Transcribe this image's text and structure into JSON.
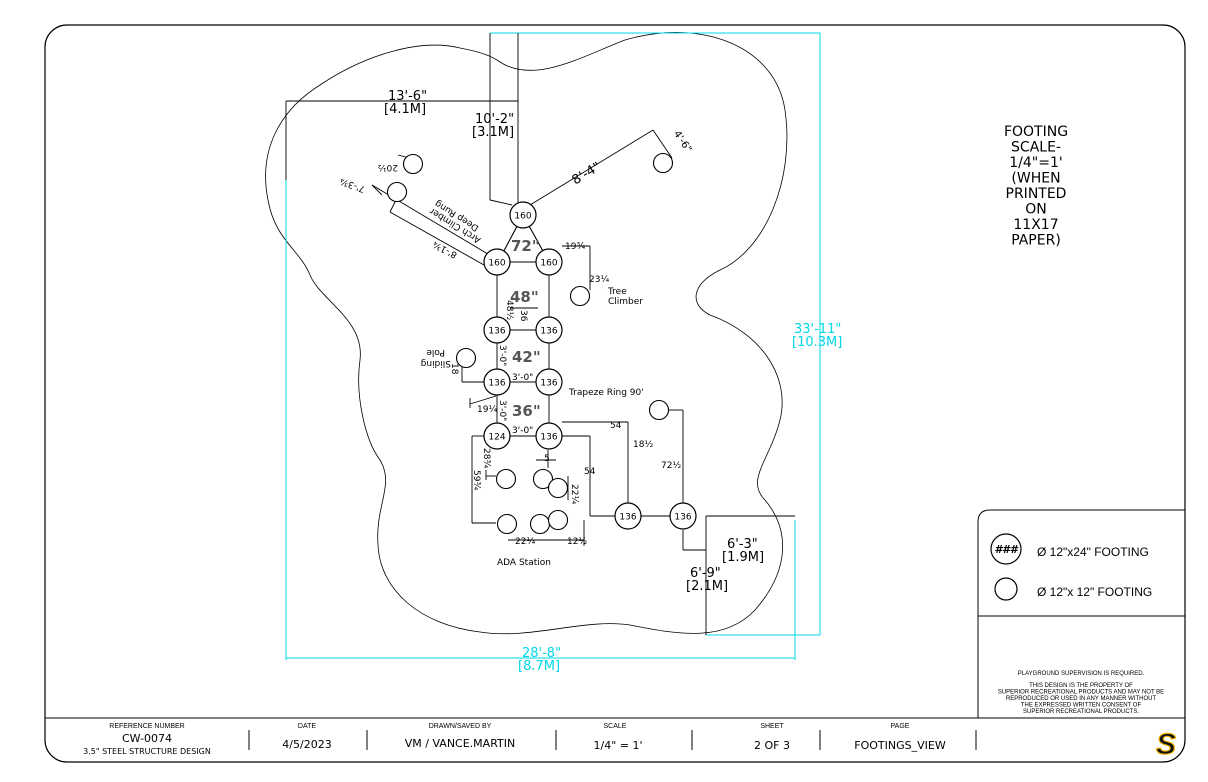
{
  "note": {
    "lines": [
      "FOOTING",
      "SCALE-",
      "1/4\"=1'",
      "(WHEN",
      "PRINTED",
      "ON",
      "11X17",
      "PAPER)"
    ]
  },
  "dimensions": {
    "overall_height": "33'-11\"",
    "overall_height_m": "[10.3M]",
    "overall_width": "28'-8\"",
    "overall_width_m": "[8.7M]",
    "d13_6": "13'-6\"",
    "d13_6_m": "[4.1M]",
    "d10_2": "10'-2\"",
    "d10_2_m": "[3.1M]",
    "d6_3": "6'-3\"",
    "d6_3_m": "[1.9M]",
    "d6_9": "6'-9\"",
    "d6_9_m": "[2.1M]",
    "d8_4": "8'-4\"",
    "d4_6": "4'-6\"",
    "d20": "20½",
    "d7_3": "7'-3¾",
    "d8_1": "8'-1¾",
    "d19": "19¾",
    "d23": "23¼",
    "d48": "48½",
    "d36": "36",
    "d3_0a": "3'-0\"",
    "d3_0b": "3'-0\"",
    "d3_0c": "3'-0\"",
    "d3_0d": "3'-0\"",
    "d18": "18",
    "d19b": "19¼",
    "d54a": "54",
    "d54b": "54",
    "d18b": "18½",
    "d72": "72½",
    "d28": "28¾",
    "d59": "59¾",
    "d5": "5",
    "d22a": "22¼",
    "d22b": "22¼",
    "d12": "12½"
  },
  "deck_heights": {
    "h72": "72\"",
    "h48": "48\"",
    "h42": "42\"",
    "h36": "36\""
  },
  "footings": [
    {
      "label": "160"
    },
    {
      "label": "160"
    },
    {
      "label": "160"
    },
    {
      "label": "136"
    },
    {
      "label": "136"
    },
    {
      "label": "136"
    },
    {
      "label": "136"
    },
    {
      "label": "124"
    },
    {
      "label": "136"
    },
    {
      "label": "136"
    },
    {
      "label": "136"
    }
  ],
  "components": {
    "deep_rung": "Deep Rung",
    "arch_climber": "Arch Climber",
    "tree": "Tree",
    "climber": "Climber",
    "sliding": "Sliding",
    "pole": "Pole",
    "trapeze": "Trapeze Ring 90'",
    "ada": "ADA Station"
  },
  "legend": {
    "symbol": "###",
    "large_label": "Ø 12\"x24\" FOOTING",
    "small_label": "Ø 12\"x 12\" FOOTING"
  },
  "notice": {
    "supervision": "PLAYGROUND SUPERVISION IS REQUIRED.",
    "property_lines": [
      "THIS DESIGN IS THE PROPERTY OF",
      "SUPERIOR RECREATIONAL PRODUCTS AND MAY NOT BE",
      "REPRODUCED OR USED IN ANY MANNER WITHOUT",
      "THE EXPRESSED WRITTEN CONSENT OF",
      "SUPERIOR RECREATIONAL PRODUCTS."
    ]
  },
  "title_block": {
    "ref_header": "REFERENCE NUMBER",
    "ref_value": "CW-0074",
    "ref_sub": "3.5\" STEEL STRUCTURE DESIGN",
    "date_header": "DATE",
    "date_value": "4/5/2023",
    "drawn_header": "DRAWN/SAVED BY",
    "drawn_value": "VM / VANCE.MARTIN",
    "scale_header": "SCALE",
    "scale_value": "1/4\" = 1'",
    "sheet_header": "SHEET",
    "sheet_value": "2 OF 3",
    "page_header": "PAGE",
    "page_value": "FOOTINGS_VIEW",
    "logo": "S"
  },
  "colors": {
    "line": "#000000",
    "dimension": "#00d8e8",
    "border": "#000000"
  }
}
